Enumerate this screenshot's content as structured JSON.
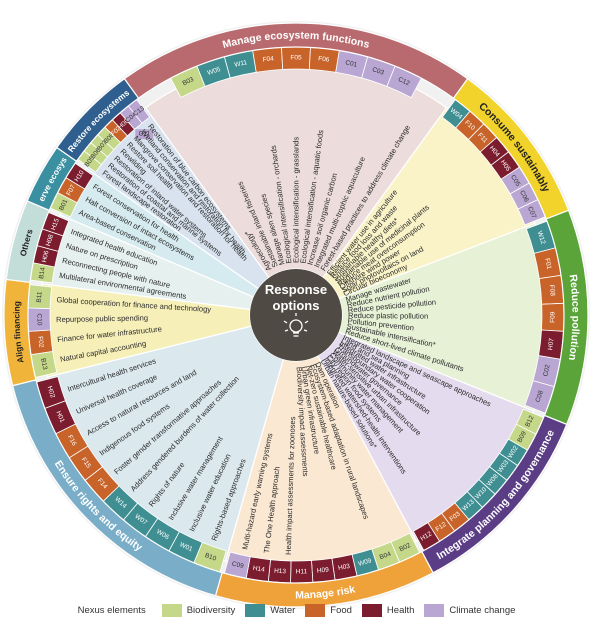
{
  "center": {
    "line1": "Response",
    "line2": "options"
  },
  "colors": {
    "biodiversity": "#c5d88a",
    "water": "#3f8f92",
    "food": "#c8642a",
    "health": "#7b1d2f",
    "climate": "#b9a6d3"
  },
  "segments": [
    {
      "name": "Manage ecosystem functions",
      "ring": "#b96a6f",
      "body": "#ecdcdb",
      "titleColor": "#ffffff",
      "codes": [
        "B03",
        "W05",
        "W11",
        "F04",
        "F05",
        "F06",
        "C01",
        "C03",
        "C12"
      ],
      "options": [
        "Agroecology*",
        "Sustainable inland fisheries",
        "Manage alien species",
        "Ecological intensification - orchards",
        "Ecological intensification - grasslands",
        "Ecological intensification - aquatic foods",
        "Increase soil organic carbon",
        "Integrated multi-trophic aquaculture",
        "Forest-based practices to address climate change"
      ]
    },
    {
      "name": "Consume sustainably",
      "ring": "#f2d32b",
      "body": "#faf3c8",
      "titleColor": "#222222",
      "codes": [
        "W04",
        "F10",
        "F11",
        "H04",
        "H05",
        "C05",
        "C06",
        "C07"
      ],
      "options": [
        "Efficient water use in agriculture",
        "Reduce food loss and waste",
        "Sustainable healthy diets*",
        "Sustainable use of medicinal plants",
        "Reduce meat overconsumption",
        "Offshore wind power",
        "Solar photovoltaics on land",
        "Circular bioeconomy"
      ]
    },
    {
      "name": "Reduce pollution",
      "ring": "#5aa43a",
      "body": "#e7f1d6",
      "titleColor": "#ffffff",
      "codes": [
        "W12",
        "F01",
        "F08",
        "F09",
        "H07",
        "C02",
        "C08"
      ],
      "options": [
        "Manage wastewater",
        "Reduce nutrient pollution",
        "Reduce pesticide pollution",
        "Reduce plastic pollution",
        "Pollution prevention",
        "Sustainable intensification*",
        "Reduce short-lived climate pollutants"
      ]
    },
    {
      "name": "Integrate planning and governance",
      "ring": "#5b3d86",
      "body": "#e4dcee",
      "titleColor": "#ffffff",
      "codes": [
        "B12",
        "B09",
        "W02",
        "W03",
        "W08",
        "W10",
        "W13",
        "F03",
        "F12",
        "H12"
      ],
      "options": [
        "Integrated landscape and seascape approaches",
        "Land and sea planning",
        "Integrated water infrastructure",
        "Transboundary water cooperation",
        "Groundwater governance",
        "Water-sensitive urban infrastructure",
        "Community water management",
        "City region food systems",
        "Integrated watershed-health interventions",
        "Urban nature-based solutions*"
      ]
    },
    {
      "name": "Manage risk",
      "ring": "#f0a23a",
      "body": "#fbe8d2",
      "titleColor": "#ffffff",
      "codes": [
        "B02",
        "B04",
        "W09",
        "H03",
        "H09",
        "H11",
        "H13",
        "H14",
        "C09"
      ],
      "options": [
        "Dam operation",
        "Ecosystem-based adaptation in rural landscapes",
        "Net-zero sustainable healthcare",
        "Urban green infrastructure",
        "Biodiversity impact assessments",
        "Health impact assessments for zoonoses",
        "The One Health approach",
        "Multi-hazard early warning systems"
      ]
    },
    {
      "name": "Ensure rights and equity",
      "ring": "#7aaec8",
      "body": "#dbe9ef",
      "titleColor": "#ffffff",
      "codes": [
        "B10",
        "W01",
        "W06",
        "W07",
        "W14",
        "F14",
        "F15",
        "F16",
        "H01",
        "H02"
      ],
      "options": [
        "Rights-based approaches",
        "Inclusive water education",
        "Inclusive water management",
        "Rights of nature",
        "Address gendered burdens of water collection",
        "Foster gender transformative approaches",
        "Indigenous food systems",
        "Access to natural resources and land",
        "Universal health coverage",
        "Intercultural health services"
      ]
    },
    {
      "name": "Align financing",
      "ring": "#f0b43a",
      "body": "#f6efb8",
      "titleColor": "#222222",
      "codes": [
        "B13",
        "F02",
        "C10",
        "B11"
      ],
      "options": [
        "Natural capital accounting",
        "Finance for water infrastructure",
        "Repurpose public spending",
        "Global cooperation for finance and technology"
      ]
    },
    {
      "name": "Others",
      "ring": "#c3ddd9",
      "body": "#e6f1ef",
      "titleColor": "#222222",
      "codes": [
        "B14",
        "H06",
        "H08",
        "H15"
      ],
      "options": [
        "Multilateral environmental agreements",
        "Reconnecting people with nature",
        "Nature on prescription",
        "Integrated health education"
      ]
    },
    {
      "name": "Conserve ecosystems",
      "ring": "#3a8fa0",
      "body": "#d6ebef",
      "titleColor": "#ffffff",
      "codes": [
        "B01",
        "F07",
        "H10"
      ],
      "options": [
        "Area-based conservation",
        "Halt conversion of intact ecosystems",
        "Forest conservation for health"
      ]
    },
    {
      "name": "Restore ecosystems",
      "ring": "#2f5f8f",
      "body": "#d8e3ef",
      "titleColor": "#ffffff",
      "codes": [
        "B05",
        "B06",
        "B07",
        "B08",
        "F02",
        "H08",
        "C04",
        "C13"
      ],
      "options": [
        "Forest landscape restoration",
        "Restoration of coastal and marine systems",
        "Restoration of inland water systems",
        "Rewilding",
        "Restore soil health",
        "Mangrove conservation and restoration for health",
        "Wetland conservation and restoration for health",
        "Restoration of blue carbon ecosystems"
      ]
    }
  ],
  "extra_code": "C11",
  "legend": {
    "title": "Nexus elements",
    "items": [
      {
        "label": "Biodiversity",
        "key": "biodiversity"
      },
      {
        "label": "Water",
        "key": "water"
      },
      {
        "label": "Food",
        "key": "food"
      },
      {
        "label": "Health",
        "key": "health"
      },
      {
        "label": "Climate change",
        "key": "climate"
      }
    ]
  }
}
